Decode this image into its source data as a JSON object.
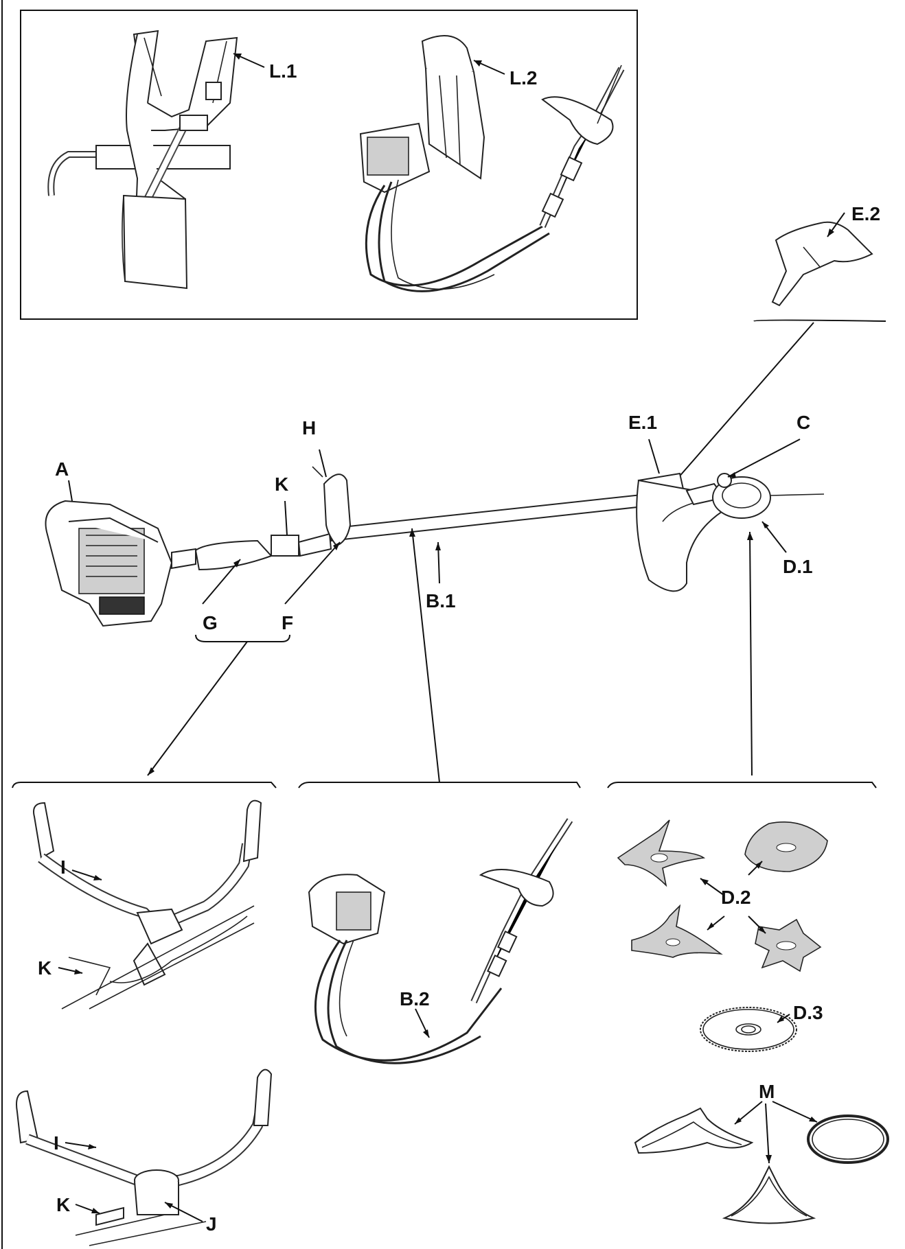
{
  "labels": {
    "L1": "L.1",
    "L2": "L.2",
    "E2": "E.2",
    "H": "H",
    "A": "A",
    "K_main": "K",
    "E1": "E.1",
    "C": "C",
    "D1": "D.1",
    "B1": "B.1",
    "G": "G",
    "F": "F",
    "I_top": "I",
    "K_left1": "K",
    "I_bottom": "I",
    "K_left2": "K",
    "J": "J",
    "B2": "B.2",
    "D2": "D.2",
    "D3": "D.3",
    "M": "M"
  }
}
